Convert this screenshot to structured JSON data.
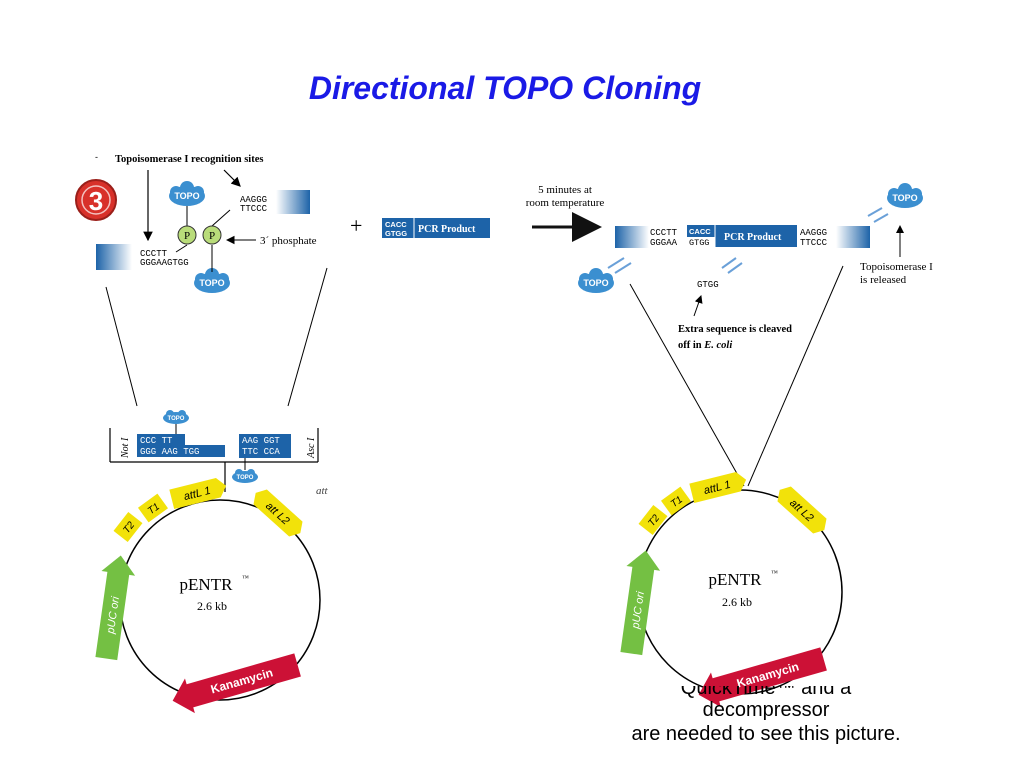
{
  "title": "Directional TOPO Cloning",
  "colors": {
    "title": "#1a1ae6",
    "dna_block": "#1d63a8",
    "feature_yellow": "#f2e20a",
    "puc_green": "#74c043",
    "kanamycin_red": "#cc1136",
    "phosphate_green": "#b9dc7a",
    "step_red": "#d8312a"
  },
  "left": {
    "step_number": "3",
    "dash": "-",
    "recognition_label": "Topoisomerase I recognition sites",
    "topo": "TOPO",
    "phosphate_p": "P",
    "phosphate_label": "3´ phosphate",
    "top_right_seq_1": "AAGGG",
    "top_right_seq_2": "TTCCC",
    "left_seq_1": "CCCTT",
    "left_seq_2": "GGGAAGTGG",
    "not_site": "Not I",
    "asc_site": "Asc I",
    "box1_line1": "CCC TT",
    "box1_line2": "GGG AAG TGG",
    "box2_line1": "AAG GGT",
    "box2_line2": "TTC CCA",
    "att_label": "att",
    "plasmid_name": "pENTR",
    "tm": "™",
    "plasmid_size": "2.6 kb",
    "features": {
      "T2": "T2",
      "T1": "T1",
      "attL1": "attL 1",
      "attL2": "att L2",
      "puc": "pUC ori",
      "kan": "Kanamycin"
    }
  },
  "middle": {
    "plus": "+",
    "cacc": "CACC",
    "gtgg": "GTGG",
    "pcr_product": "PCR Product",
    "time_line1": "5 minutes at",
    "time_line2": "room temperature"
  },
  "right": {
    "seq_left_1": "CCCTT",
    "seq_left_2": "GGGAA",
    "cacc": "CACC",
    "gtgg": "GTGG",
    "pcr_product": "PCR Product",
    "seq_right_1": "AAGGG",
    "seq_right_2": "TTCCC",
    "topo": "TOPO",
    "gtgg_free": "GTGG",
    "released_line1": "Topoisomerase I",
    "released_line2": "is released",
    "cleaved_line1": "Extra sequence is cleaved",
    "cleaved_line2": "off in ",
    "ecoli": "E. coli",
    "plasmid_name": "pENTR",
    "tm": "™",
    "plasmid_size": "2.6 kb"
  },
  "placeholder_caption": {
    "line1": "QuickTime™ and a",
    "line2": "decompressor",
    "line3": "are needed to see this picture."
  }
}
